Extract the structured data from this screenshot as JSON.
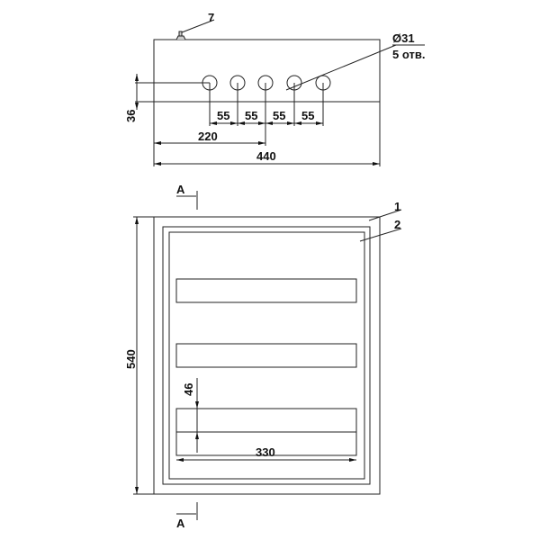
{
  "top_view": {
    "part_label": "7",
    "hole_note_diameter": "Ø31",
    "hole_note_count": "5 отв.",
    "dim_offset": "36",
    "dim_spacing": [
      "55",
      "55",
      "55",
      "55"
    ],
    "dim_center": "220",
    "dim_width": "440"
  },
  "front_view": {
    "section_label_top": "A",
    "section_label_bottom": "A",
    "part_label_1": "1",
    "part_label_2": "2",
    "dim_height": "540",
    "dim_rail_pitch": "46",
    "dim_rail_width": "330"
  }
}
